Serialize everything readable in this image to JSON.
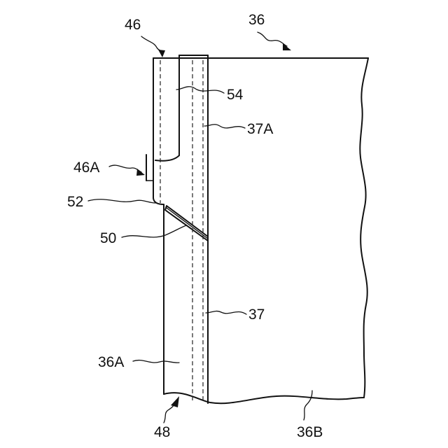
{
  "labels": {
    "n46": "46",
    "n36": "36",
    "n54": "54",
    "n37A": "37A",
    "n46A": "46A",
    "n52": "52",
    "n50": "50",
    "n37": "37",
    "n36A": "36A",
    "n48": "48",
    "n36B": "36B"
  }
}
